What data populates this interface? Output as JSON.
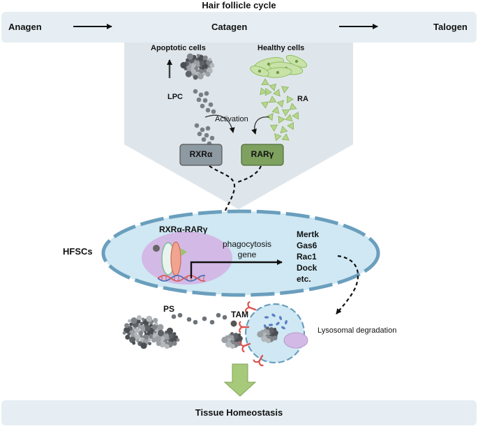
{
  "title": "Hair follicle cycle",
  "phases": [
    "Anagen",
    "Catagen",
    "Talogen"
  ],
  "colors": {
    "band": "#e6eef3",
    "funnel": "#dfe6eb",
    "cell_fill": "#cfe8f3",
    "cell_border": "#6a9ebd",
    "nucleus": "#d3b9e6",
    "rxr_box": "#8e9aa2",
    "rar_box": "#7ea15f",
    "ra_triangle": "#b5d68c",
    "macrophage_receptor": "#d9534f",
    "down_arrow": "#a7c97a"
  },
  "upper": {
    "apoptotic_label": "Apoptotic cells",
    "healthy_label": "Healthy cells",
    "lpc_label": "LPC",
    "ra_label": "RA",
    "activation_label": "Activation",
    "rxr_label": "RXRα",
    "rar_label": "RARγ"
  },
  "cell": {
    "hfsc_label": "HFSCs",
    "complex_label": "RXRα-RARγ",
    "phago_line1": "phagocytosis",
    "phago_line2": "gene",
    "genes": [
      "Mertk",
      "Gas6",
      "Rac1",
      "Dock",
      "etc."
    ]
  },
  "lower": {
    "ps_label": "PS",
    "tam_label": "TAM",
    "lyso_label": "Lysosomal degradation"
  },
  "footer": "Tissue Homeostasis"
}
